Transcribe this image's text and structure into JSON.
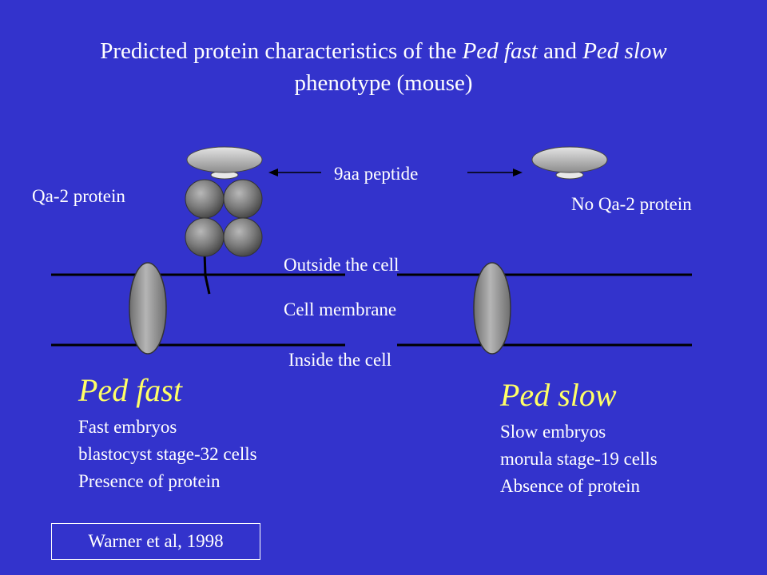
{
  "title": {
    "part1": "Predicted protein characteristics of the ",
    "italic1": "Ped fast",
    "part2": " and ",
    "italic2": "Ped slow",
    "line2": "phenotype (mouse)"
  },
  "labels": {
    "qa2_protein": "Qa-2 protein",
    "no_qa2_protein": "No Qa-2 protein",
    "peptide": "9aa peptide",
    "outside": "Outside the cell",
    "membrane": "Cell membrane",
    "inside": "Inside the cell"
  },
  "ped_fast": {
    "name": "Ped fast",
    "lines": [
      "Fast embryos",
      "blastocyst stage-32 cells",
      "Presence of protein"
    ]
  },
  "ped_slow": {
    "name": "Ped slow",
    "lines": [
      "Slow embryos",
      "morula stage-19 cells",
      "Absence of protein"
    ]
  },
  "citation": "Warner et al, 1998",
  "colors": {
    "background": "#3333cc",
    "text": "#ffffff",
    "highlight": "#ffff66",
    "membrane_line": "#000000",
    "protein_fill": "#888888"
  }
}
